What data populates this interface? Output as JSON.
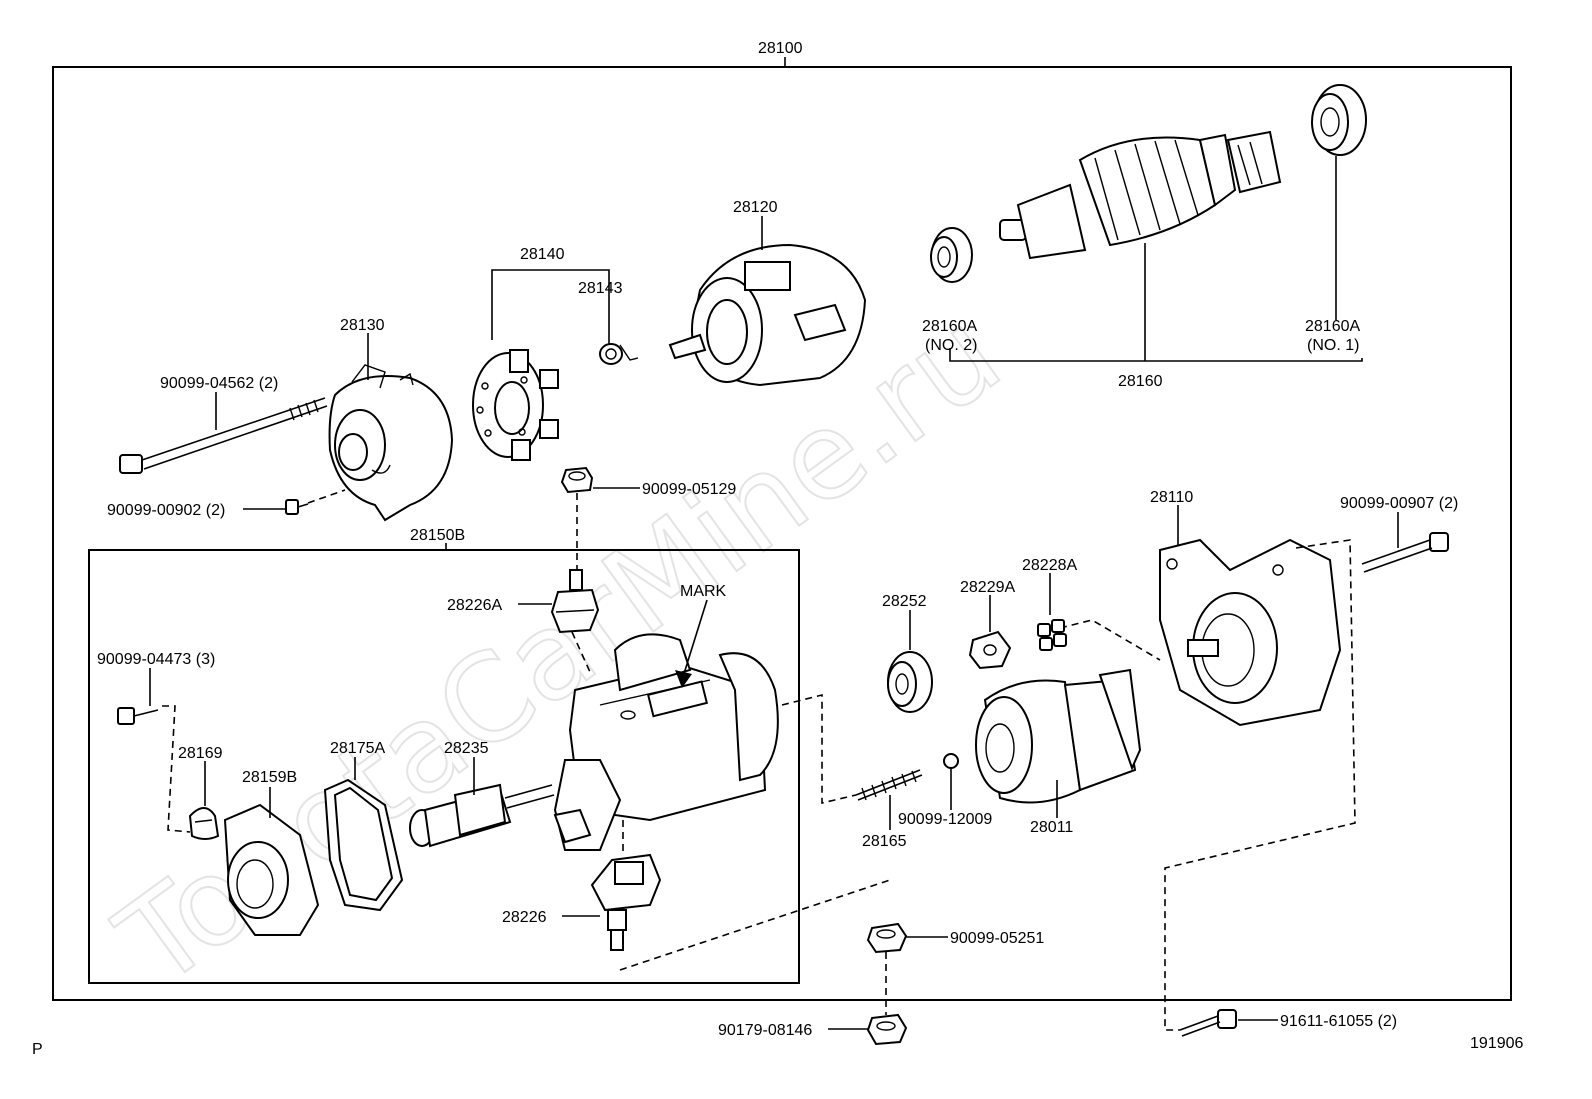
{
  "watermark": "ToyotaCarMine.ru",
  "labels": {
    "assembly": "28100",
    "commutator_frame": "28130",
    "brush_holder": "28140",
    "brush_spring": "28143",
    "yoke": "28120",
    "armature": "28160",
    "bearing_no2": "28160A",
    "bearing_no2_note": "(NO. 2)",
    "bearing_no1": "28160A",
    "bearing_no1_note": "(NO. 1)",
    "through_bolt": "90099-04562 (2)",
    "frame_screw": "90099-00902 (2)",
    "nut_top": "90099-05129",
    "switch_assy": "28150B",
    "terminal_a": "28226A",
    "mark": "MARK",
    "cover_screw": "90099-04473 (3)",
    "clamp": "28169",
    "end_cover": "28159B",
    "gasket": "28175A",
    "plunger": "28235",
    "terminal": "28226",
    "nut_mid": "90099-05251",
    "nut_bottom": "90179-08146",
    "housing": "28110",
    "housing_bolt": "90099-00907 (2)",
    "idle_gear": "28252",
    "retainer": "28229A",
    "rollers": "28228A",
    "spring": "28165",
    "ball": "90099-12009",
    "clutch": "28011",
    "bolt_bottom": "91611-61055 (2)",
    "page_mark": "P",
    "figure_no": "191906"
  }
}
